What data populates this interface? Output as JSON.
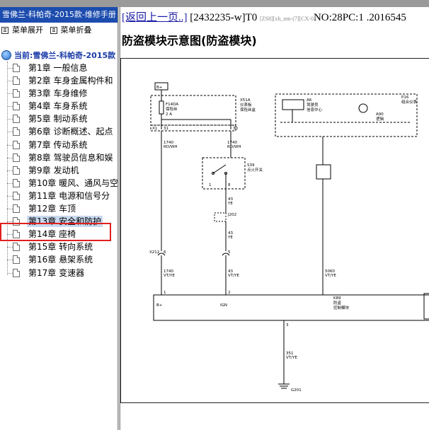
{
  "window": {
    "title": "雪佛兰-科帕奇-2015款-维修手册"
  },
  "toolbar": {
    "expand_label": "菜单展开",
    "collapse_label": "菜单折叠"
  },
  "tree": {
    "current_label": "当前:雪佛兰-科帕奇-2015款",
    "chapters": [
      "第1章 一般信息",
      "第2章 车身金属构件和",
      "第3章 车身维修",
      "第4章 车身系统",
      "第5章 制动系统",
      "第6章 诊断概述、起点",
      "第7章 传动系统",
      "第8章 驾驶员信息和娱",
      "第9章 发动机",
      "第10章 暖风、通风与空",
      "第11章 电源和信号分",
      "第12章 车顶",
      "第13章 安全和防护",
      "第14章 座椅",
      "第15章 转向系统",
      "第16章 悬架系统",
      "第17章 变速器"
    ],
    "selected_index": 12
  },
  "content": {
    "back_link": "[返回上一页..]",
    "doc_id": "[2432235-w]T0",
    "doc_small": "[ZS8][xh_nm-(7][CX-0",
    "doc_info": "NO:28PC:1 .2016545",
    "title": "防盗模块示意图(防盗模块)"
  },
  "diagram": {
    "fuse_label": "B+",
    "x51a": "X51A",
    "x51a_name": "仪表板",
    "x51a_sub": "保险丝盒",
    "f14da": "F14DA",
    "f14da_name": "保险丝",
    "f14da_amp": "2 A",
    "x1": "X1",
    "pin31": "31",
    "pin30": "30",
    "wire1": "1740",
    "wire1_color": "RD/WH",
    "wire2": "1740",
    "wire2_color": "RD/WH",
    "s39": "S39",
    "s39_name": "点火开关",
    "pin1": "1",
    "pin8": "8",
    "wire3": "43",
    "wire3_color": "YE",
    "j202": "J202",
    "wire4": "43",
    "wire4_color": "YE",
    "x212": "X212",
    "pin6": "6",
    "pin5": "5",
    "wire5": "1740",
    "wire5_color": "VT/YE",
    "wire6": "43",
    "wire6_color": "VT/YE",
    "wire7": "5060",
    "wire7_color": "VT/YE",
    "pin1b": "1",
    "pin2": "2",
    "k89": "K89",
    "k89_name": "防盗",
    "k89_sub": "控制模块",
    "bplus": "B+",
    "ign": "IGN",
    "pin3": "3",
    "wire8": "351",
    "wire8_color": "VT/YE",
    "g201": "G201",
    "p16": "P16",
    "p16_name": "组合仪表",
    "a6": "A6",
    "a6_name": "驾驶员",
    "a6_sub": "信息中心",
    "a90": "A90",
    "a90_name": "逻辑"
  }
}
